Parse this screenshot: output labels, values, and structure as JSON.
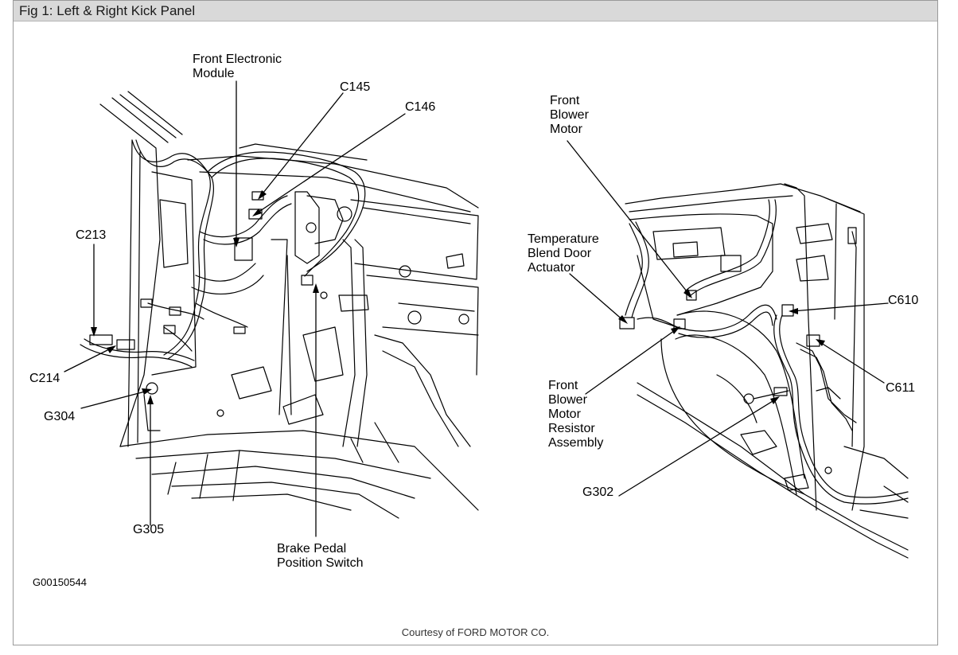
{
  "figure": {
    "title": "Fig 1: Left & Right Kick Panel",
    "code": "G00150544",
    "credit": "Courtesy of FORD MOTOR CO."
  },
  "labels": {
    "front_electronic_module": "Front Electronic\nModule",
    "c145": "C145",
    "c146": "C146",
    "c213": "C213",
    "c214": "C214",
    "g304": "G304",
    "g305": "G305",
    "brake_pedal_position_switch": "Brake Pedal\nPosition Switch",
    "front_blower_motor": "Front\nBlower\nMotor",
    "temperature_blend_door_actuator": "Temperature\nBlend Door\nActuator",
    "c610": "C610",
    "c611": "C611",
    "front_blower_motor_resistor_assembly": "Front\nBlower\nMotor\nResistor\nAssembly",
    "g302": "G302"
  },
  "colors": {
    "ink": "#000000",
    "title_bar": "#d9d9d9",
    "frame_border": "#9a9a9a"
  }
}
